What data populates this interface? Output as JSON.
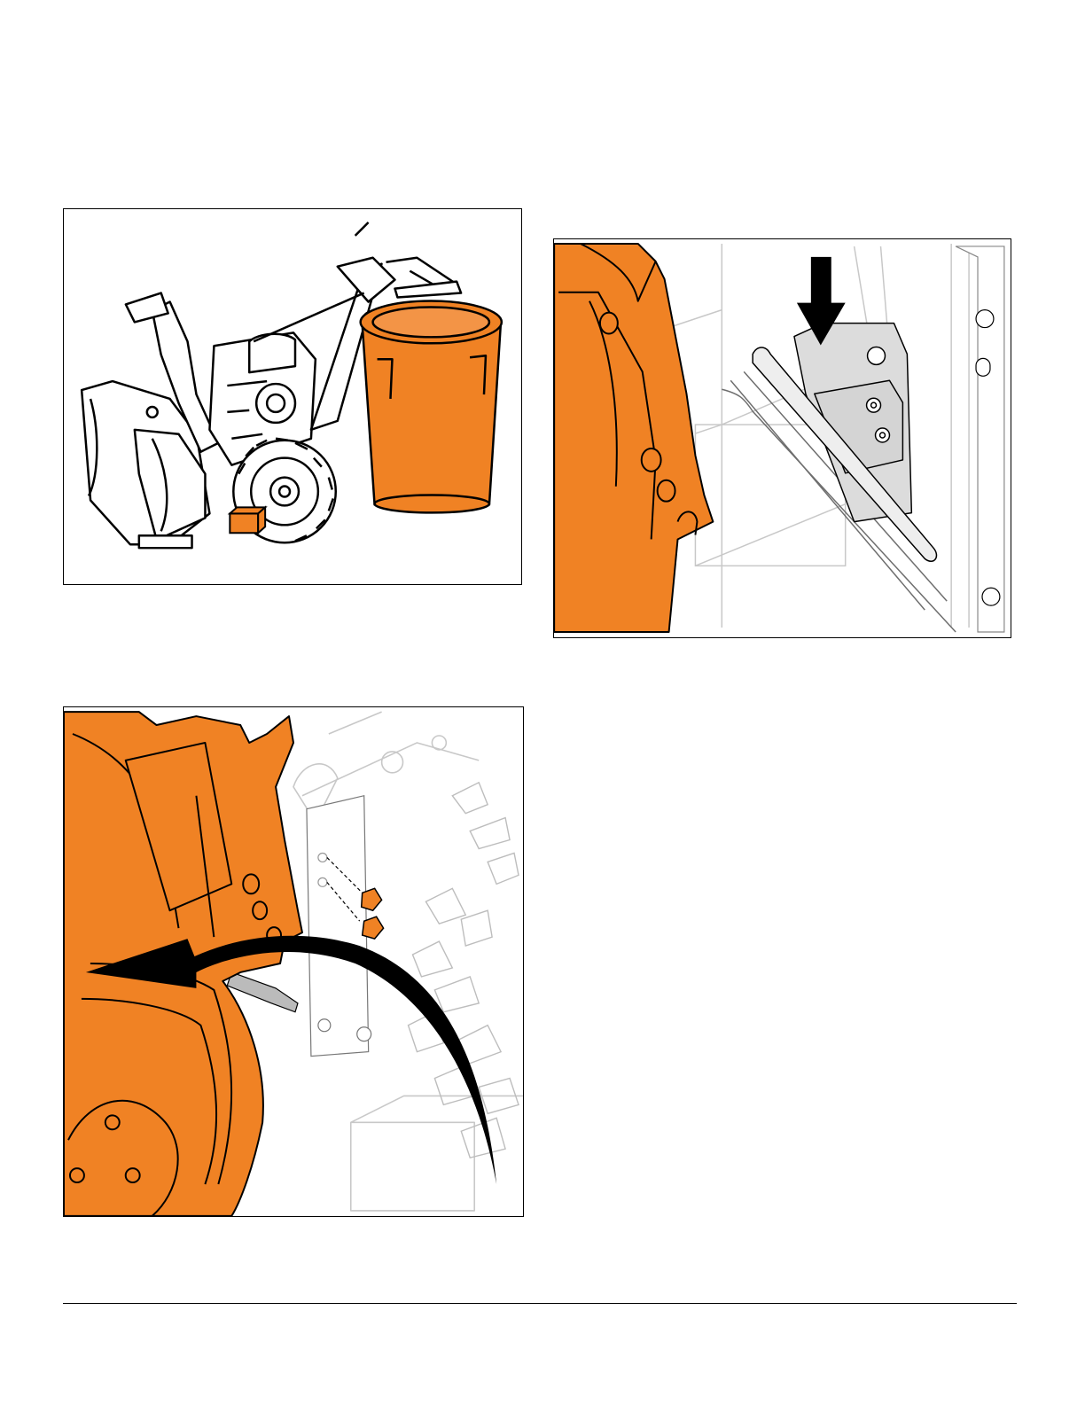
{
  "page": {
    "colors": {
      "accent_orange": "#f08224",
      "line_black": "#000000",
      "ghost_grey": "#c8c8c8",
      "panel_grey": "#dcdcdc"
    }
  },
  "figures": [
    {
      "id": "fig1",
      "depicts": "snow-blower-with-orange-bucket-and-block"
    },
    {
      "id": "fig2",
      "depicts": "auger-housing-bracket-down-arrow-icon"
    },
    {
      "id": "fig3",
      "depicts": "auger-housing-tilt-curved-arrow-icon"
    }
  ]
}
